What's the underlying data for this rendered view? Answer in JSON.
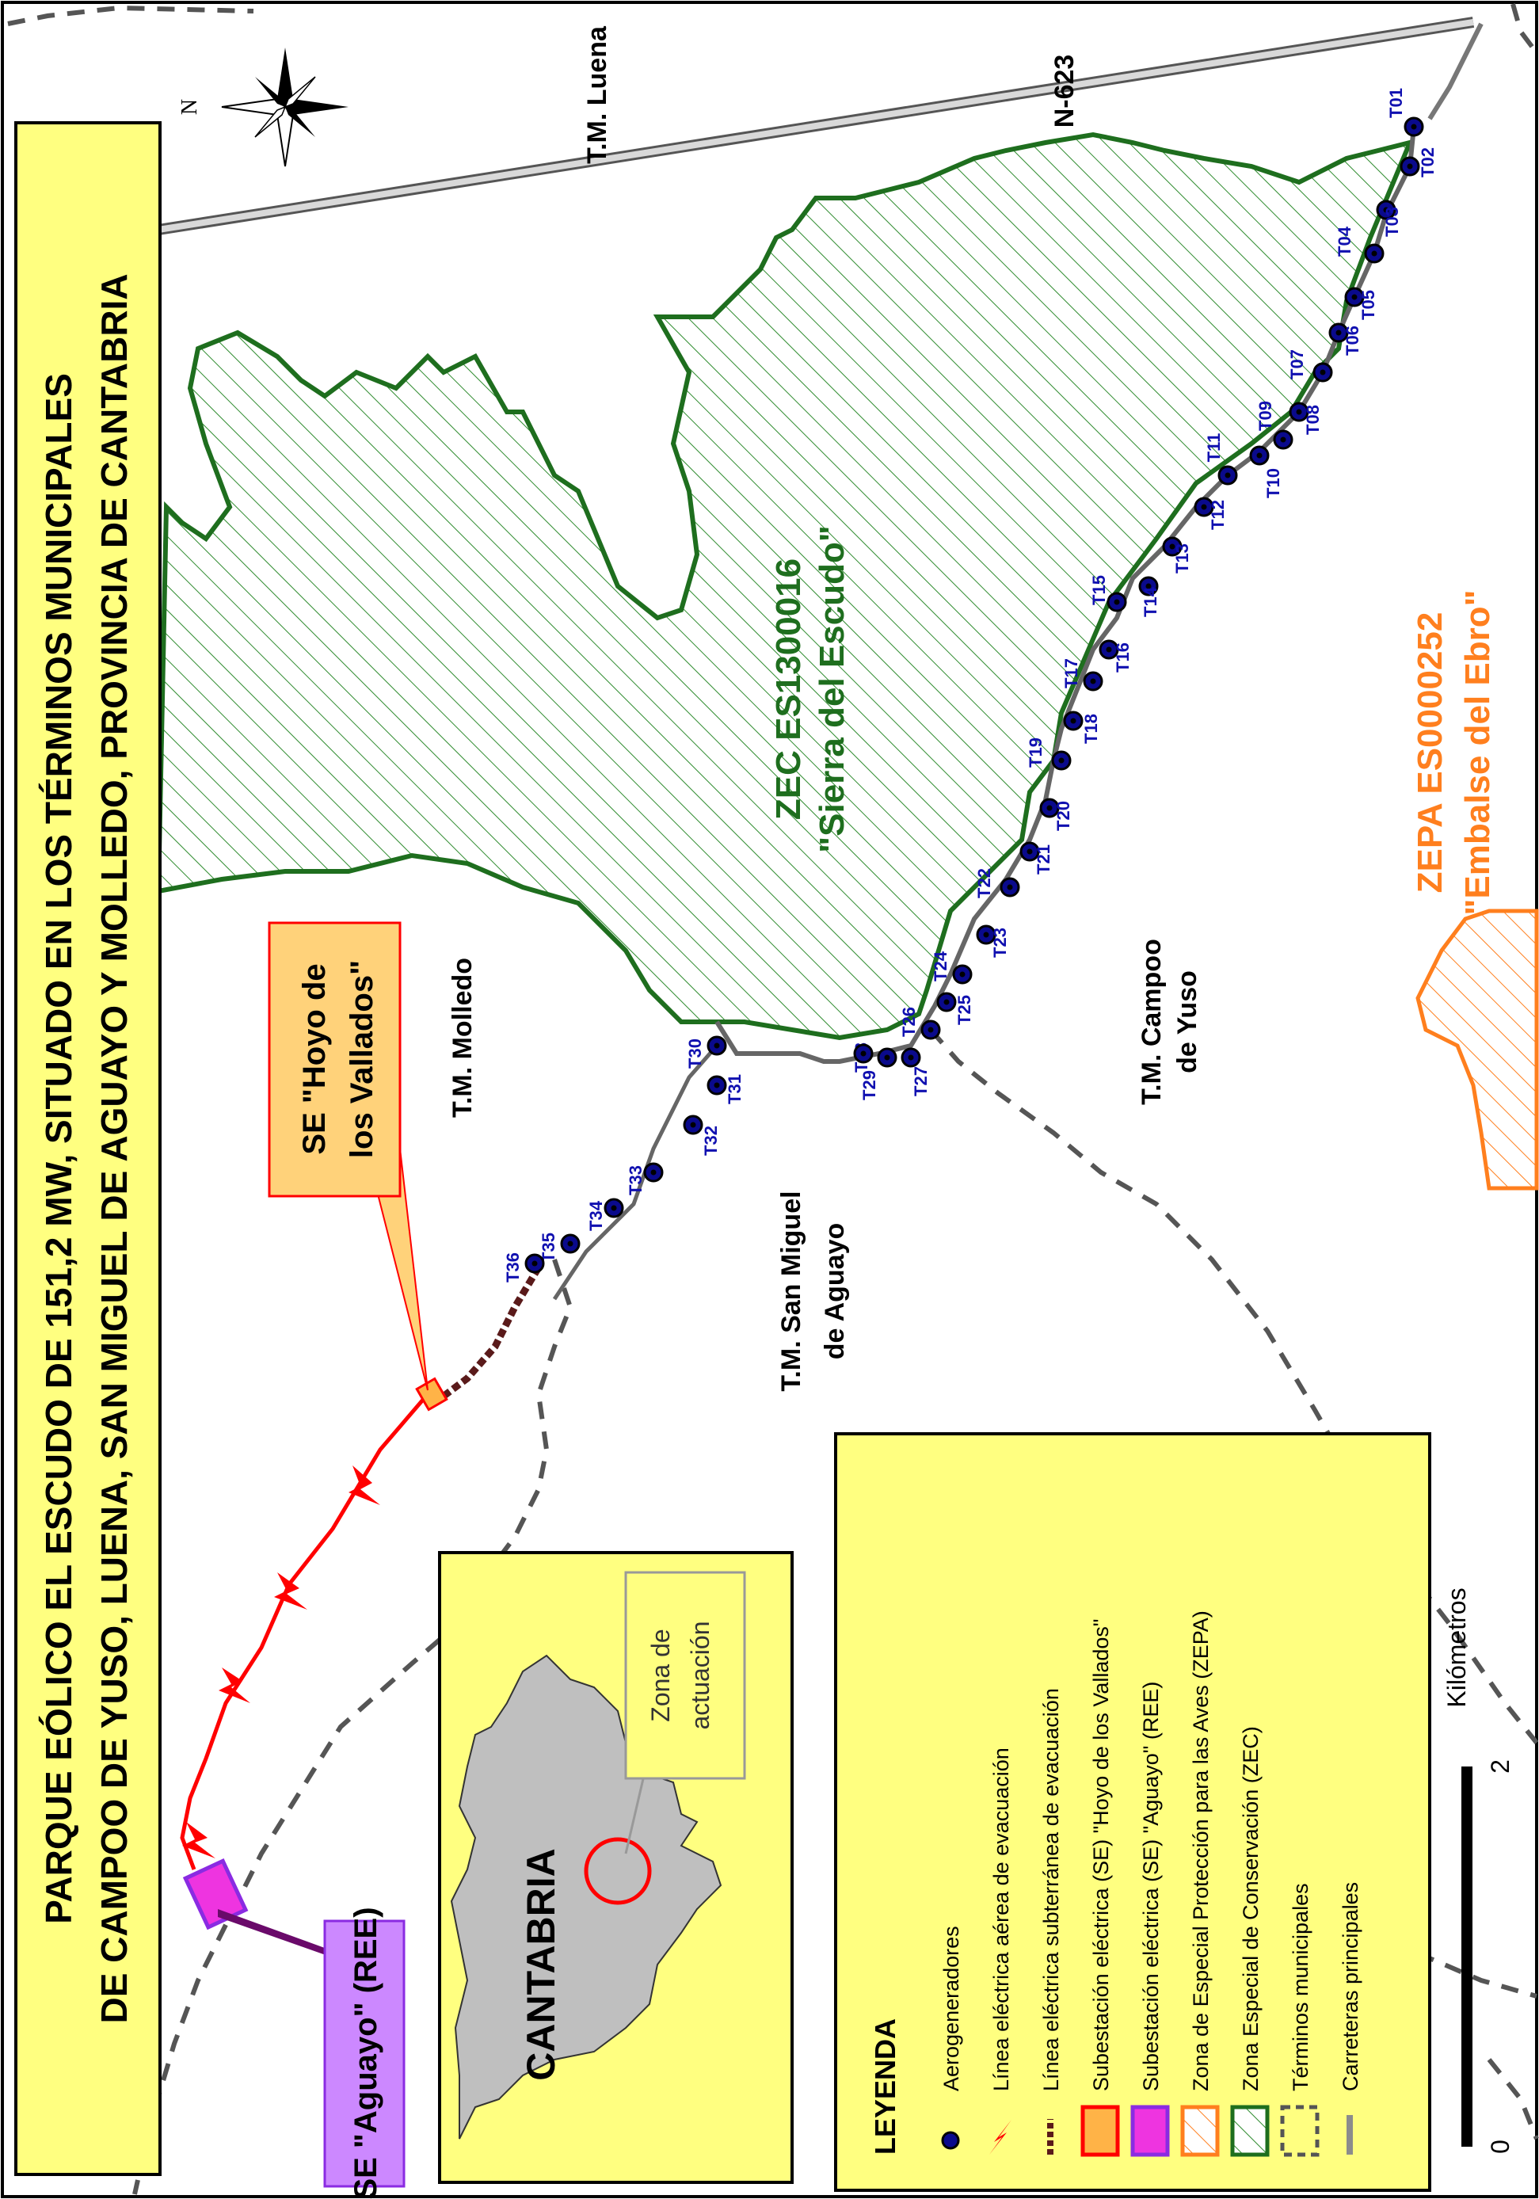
{
  "title": {
    "line1": "PARQUE EÓLICO EL ESCUDO DE 151,2 MW, SITUADO EN LOS TÉRMINOS MUNICIPALES",
    "line2": "DE CAMPOO DE YUSO, LUENA, SAN MIGUEL DE AGUAYO Y MOLLEDO, PROVINCIA DE CANTABRIA"
  },
  "north_label": "N",
  "roads": {
    "n623": "N-623"
  },
  "municipalities": {
    "luena": "T.M. Luena",
    "molledo": "T.M. Molledo",
    "campoo_l1": "T.M. Campoo",
    "campoo_l2": "de Yuso",
    "sanmiguel_l1": "T.M. San Miguel",
    "sanmiguel_l2": "de Aguayo"
  },
  "zec": {
    "line1": "ZEC ES1300016",
    "line2": "\"Sierra del Escudo\""
  },
  "zepa": {
    "line1": "ZEPA ES0000252",
    "line2": "\"Embalse del Ebro\""
  },
  "callouts": {
    "hoyo_l1": "SE \"Hoyo de",
    "hoyo_l2": "los Vallados\"",
    "aguayo": "SE \"Aguayo\" (REE)"
  },
  "inset": {
    "region": "CANTABRIA",
    "zona_l1": "Zona de",
    "zona_l2": "actuación"
  },
  "legend": {
    "title": "LEYENDA",
    "items": [
      "Aerogeneradores",
      "Línea eléctrica aérea de evacuación",
      "Línea eléctrica subterránea de evacuación",
      "Subestación eléctrica (SE) \"Hoyo de los Vallados\"",
      "Subestación eléctrica (SE) \"Aguayo\" (REE)",
      "Zona de Especial Protección para las Aves (ZEPA)",
      "Zona Especial de Conservación (ZEC)",
      "Términos municipales",
      "Carreteras principales"
    ]
  },
  "scalebar": {
    "unit": "Kilómetros",
    "tick0": "0",
    "tick2": "2"
  },
  "turbines": [
    {
      "id": "T01"
    },
    {
      "id": "T02"
    },
    {
      "id": "T03"
    },
    {
      "id": "T04"
    },
    {
      "id": "T05"
    },
    {
      "id": "T06"
    },
    {
      "id": "T07"
    },
    {
      "id": "T08"
    },
    {
      "id": "T09"
    },
    {
      "id": "T10"
    },
    {
      "id": "T11"
    },
    {
      "id": "T12"
    },
    {
      "id": "T13"
    },
    {
      "id": "T14"
    },
    {
      "id": "T15"
    },
    {
      "id": "T16"
    },
    {
      "id": "T17"
    },
    {
      "id": "T18"
    },
    {
      "id": "T19"
    },
    {
      "id": "T20"
    },
    {
      "id": "T21"
    },
    {
      "id": "T22"
    },
    {
      "id": "T23"
    },
    {
      "id": "T24"
    },
    {
      "id": "T25"
    },
    {
      "id": "T26"
    },
    {
      "id": "T27"
    },
    {
      "id": "T28"
    },
    {
      "id": "T29"
    },
    {
      "id": "T30"
    },
    {
      "id": "T31"
    },
    {
      "id": "T32"
    },
    {
      "id": "T33"
    },
    {
      "id": "T34"
    },
    {
      "id": "T35"
    },
    {
      "id": "T36"
    }
  ],
  "colors": {
    "background": "#ffffff",
    "yellow_panel": "#ffff80",
    "zec_green": "#1e6e1e",
    "zepa_orange": "#ff7f1e",
    "turbine_blue": "#0a0a8c",
    "line_red": "#ff0000",
    "se_hoyo_fill": "#ffb347",
    "se_aguayo_fill": "#ee34e0",
    "se_aguayo_border": "#8a2be2",
    "callout_aguayo_bg": "#cc88ff",
    "road_gray": "#8c8c8c",
    "boundary_gray": "#555555",
    "inset_land": "#bfbfbf"
  },
  "icons": [
    "compass-rose-icon",
    "turbine-dot-icon",
    "lightning-line-icon"
  ]
}
